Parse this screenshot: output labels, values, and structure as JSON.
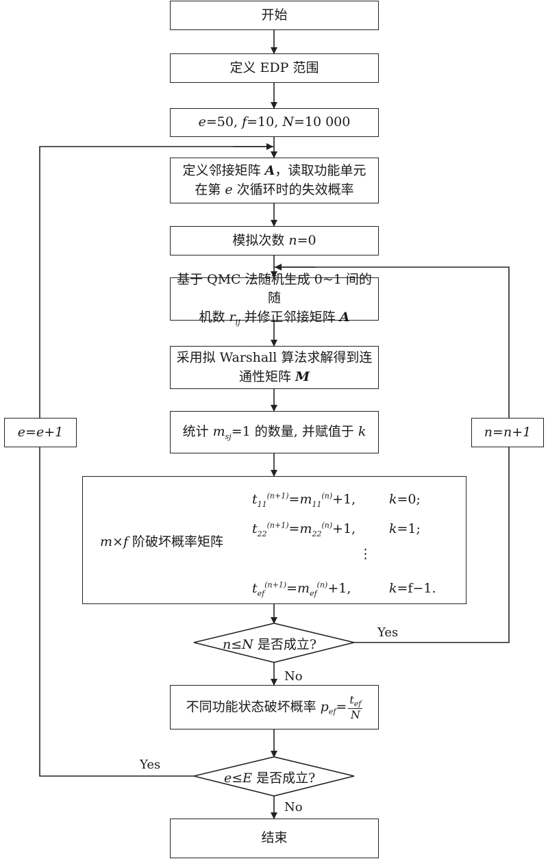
{
  "start": "开始",
  "define_edp": "定义 EDP 范围",
  "params": {
    "e": "50",
    "f": "10",
    "N": "10 000"
  },
  "adjacency": {
    "line1a": "定义邻接矩阵 ",
    "A": "A",
    "line1b": "，读取功能单元",
    "line2a": "在第 ",
    "e": "e",
    "line2b": " 次循环时的失效概率"
  },
  "sim_count": {
    "text": "模拟次数 ",
    "n": "n",
    "eq": "=0"
  },
  "qmc": {
    "line1": "基于 QMC 法随机生成 0~1 间的随",
    "line2a": "机数 ",
    "r": "r",
    "rsub": "ij",
    "line2b": " 并修正邻接矩阵 ",
    "A": "A"
  },
  "warshall": {
    "line1": "采用拟 Warshall 算法求解得到连",
    "line2a": "通性矩阵 ",
    "M": "M"
  },
  "count": {
    "t1": "统计 ",
    "m": "m",
    "msub": "sj",
    "t2": "=1 的数量, 并赋值于 ",
    "k": "k"
  },
  "matrix": {
    "label_m": "m",
    "label_x": "×",
    "label_f": "f",
    "label_text": " 阶破坏概率矩阵",
    "rows": [
      {
        "sub": "11",
        "k": "k",
        "kval": "=0;"
      },
      {
        "sub": "22",
        "k": "k",
        "kval": "=1;"
      },
      {
        "sub": "ef",
        "k": "k",
        "kval": "=f−1."
      }
    ],
    "sup_next": "(n+1)",
    "sup_n": "(n)",
    "plus": "+1,",
    "ellipsis": "⋮"
  },
  "decision_n": {
    "n": "n",
    "op": "≤",
    "N": "N",
    "text": " 是否成立?"
  },
  "prob": {
    "text": "不同功能状态破坏概率 ",
    "p": "p",
    "psub": "ef",
    "eq": "=",
    "num": "t",
    "numsub": "ef",
    "den": "N"
  },
  "decision_e": {
    "e": "e",
    "op": "≤",
    "E": "E",
    "text": " 是否成立?"
  },
  "end": "结束",
  "loop_e": "e=e+1",
  "loop_n": "n=n+1",
  "yes": "Yes",
  "no": "No"
}
